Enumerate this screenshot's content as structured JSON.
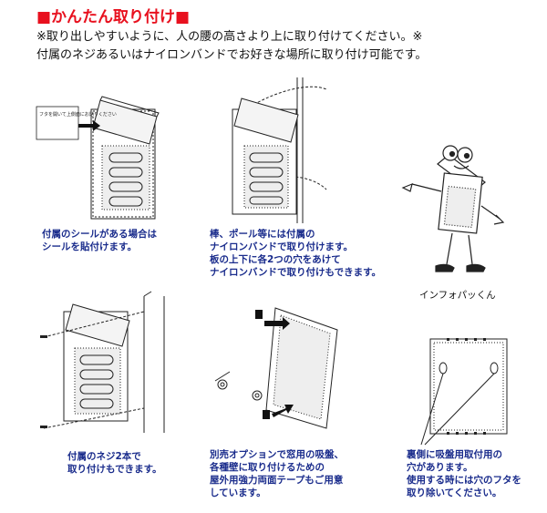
{
  "header": {
    "title": "■かんたん取り付け■",
    "intro_lines": [
      "※取り出しやすいように、人の腰の高さより上に取り付けてください。※",
      "付属のネジあるいはナイロンバンドでお好きな場所に取り付け可能です。"
    ]
  },
  "steps": {
    "sticker": {
      "tag_text": "フタを開いて上側面にお貼りください",
      "lines": [
        "付属のシールがある場合は",
        "シールを貼付けます。"
      ]
    },
    "band": {
      "lines": [
        "棒、ポール等には付属の",
        "ナイロンバンドで取り付けます。",
        "板の上下に各2つの穴をあけて",
        "ナイロンバンドで取り付けもできます。"
      ]
    },
    "screws": {
      "lines": [
        "付属のネジ2本で",
        "取り付けもできます。"
      ]
    },
    "suction": {
      "lines": [
        "別売オプションで窓用の吸盤、",
        "各種壁に取り付けるための",
        "屋外用強力両面テープもご用意",
        "しています。"
      ]
    },
    "back": {
      "lines": [
        "裏側に吸盤用取付用の",
        "穴があります。",
        "使用する時には穴のフタを",
        "取り除いてください。"
      ]
    }
  },
  "mascot": {
    "name": "インフォパッくん"
  },
  "colors": {
    "title_red": "#e8101e",
    "caption_blue": "#1a2c8c",
    "line_art": "#222222"
  }
}
